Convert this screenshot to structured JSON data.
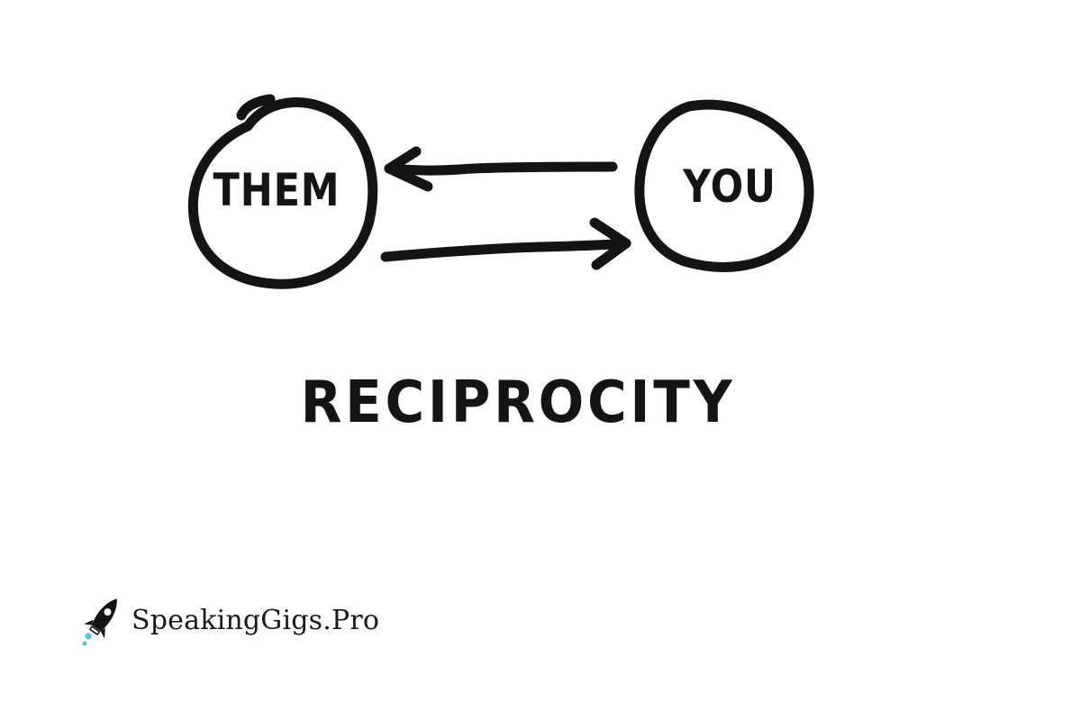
{
  "diagram": {
    "nodes": [
      {
        "id": "them",
        "label": "THEM"
      },
      {
        "id": "you",
        "label": "YOU"
      }
    ],
    "edges": [
      {
        "from": "you",
        "to": "them",
        "direction": "left"
      },
      {
        "from": "them",
        "to": "you",
        "direction": "right"
      }
    ],
    "title": "RECIPROCITY",
    "stroke_color": "#141414",
    "background": "#ffffff"
  },
  "brand": {
    "name": "SpeakingGigs.Pro",
    "icon": "rocket-icon",
    "accent_color": "#4fc3e8"
  }
}
